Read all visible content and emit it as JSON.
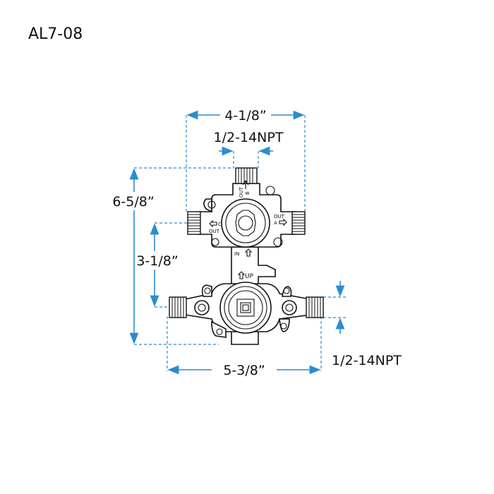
{
  "model": "AL7-08",
  "dimensions": {
    "top_width": "4-1/8”",
    "top_port": "1/2-14NPT",
    "total_height": "6-5/8”",
    "mid_height": "3-1/8”",
    "bottom_width": "5-3/8”",
    "side_port": "1/2-14NPT"
  },
  "labels": {
    "out_b": "OUT",
    "b": "B",
    "out_c": "OUT",
    "c": "C",
    "out_a": "OUT",
    "a": "A",
    "in": "IN",
    "up": "UP"
  },
  "colors": {
    "dimension": "#2b8ccf",
    "outline": "#111111"
  }
}
